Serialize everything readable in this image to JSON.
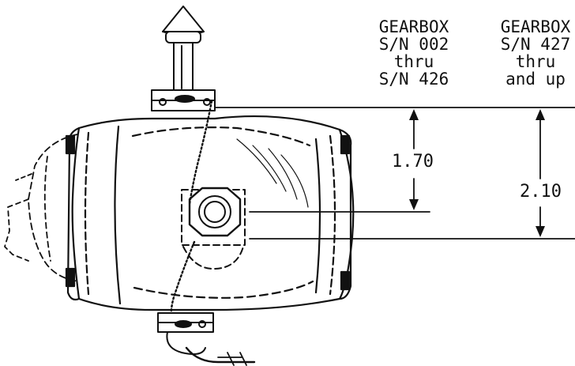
{
  "columns": [
    {
      "lines": [
        "GEARBOX",
        "S/N 002",
        "thru",
        "S/N 426"
      ]
    },
    {
      "lines": [
        "GEARBOX",
        "S/N 427",
        "thru",
        "and up"
      ]
    }
  ],
  "dimensions": {
    "first": "1.70",
    "second": "2.10"
  },
  "colors": {
    "ink": "#111111",
    "paper": "#ffffff"
  }
}
